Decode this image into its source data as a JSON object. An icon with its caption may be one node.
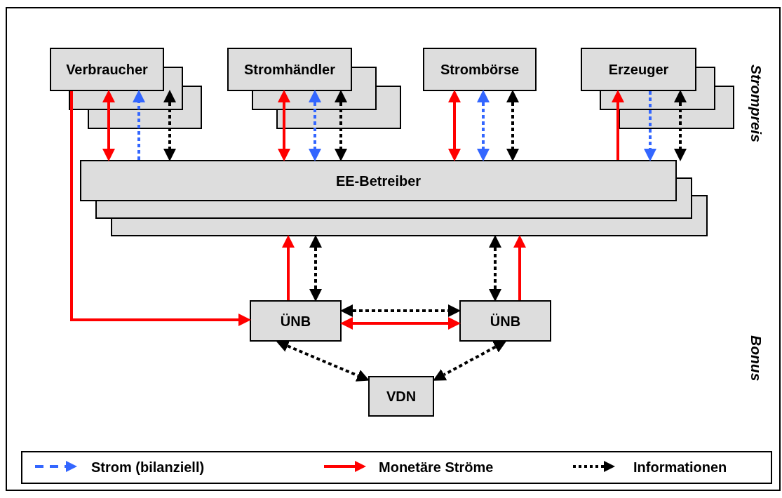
{
  "diagram": {
    "nodes": [
      {
        "text": [
          "Verbraucher"
        ]
      },
      {
        "text": [
          "Stromhändler"
        ]
      },
      {
        "text": [
          "Strombörse"
        ]
      },
      {
        "text": [
          "Erzeuger"
        ]
      },
      {
        "text": [
          "EE-Betreiber"
        ]
      },
      {
        "text": [
          "ÜNB"
        ]
      },
      {
        "text": [
          "ÜNB"
        ]
      },
      {
        "text": [
          "VDN"
        ]
      }
    ],
    "edges": [
      {
        "from": 0,
        "to": 4,
        "arrow": "both",
        "color": "#ff0000"
      },
      {
        "from": 4,
        "to": 0,
        "arrow": "to",
        "style": "dashed",
        "color": "#3366ff"
      },
      {
        "from": 0,
        "to": 4,
        "arrow": "both",
        "style": "dashed"
      },
      {
        "from": 1,
        "to": 4,
        "arrow": "both",
        "color": "#ff0000"
      },
      {
        "from": 1,
        "to": 4,
        "arrow": "both",
        "style": "dashed",
        "color": "#3366ff"
      },
      {
        "from": 1,
        "to": 4,
        "arrow": "both",
        "style": "dashed"
      },
      {
        "from": 2,
        "to": 4,
        "arrow": "both",
        "color": "#ff0000"
      },
      {
        "from": 2,
        "to": 4,
        "arrow": "both",
        "style": "dashed",
        "color": "#3366ff"
      },
      {
        "from": 2,
        "to": 4,
        "arrow": "both",
        "style": "dashed"
      },
      {
        "from": 4,
        "to": 3,
        "arrow": "to",
        "color": "#ff0000"
      },
      {
        "from": 3,
        "to": 4,
        "arrow": "to",
        "style": "dashed",
        "color": "#3366ff"
      },
      {
        "from": 3,
        "to": 4,
        "arrow": "both",
        "style": "dashed"
      },
      {
        "from": 5,
        "to": 4,
        "arrow": "to",
        "color": "#ff0000"
      },
      {
        "from": 5,
        "to": 4,
        "arrow": "both",
        "style": "dashed"
      },
      {
        "from": 6,
        "to": 4,
        "arrow": "both",
        "style": "dashed"
      },
      {
        "from": 6,
        "to": 4,
        "arrow": "to",
        "color": "#ff0000"
      },
      {
        "from": 5,
        "to": 6,
        "arrow": "both",
        "style": "dashed"
      },
      {
        "from": 5,
        "to": 6,
        "arrow": "both",
        "color": "#ff0000"
      },
      {
        "from": 0,
        "to": 5,
        "arrow": "to",
        "color": "#ff0000"
      },
      {
        "from": 5,
        "to": 7,
        "arrow": "both",
        "style": "dashed"
      },
      {
        "from": 6,
        "to": 7,
        "arrow": "both",
        "style": "dashed"
      }
    ],
    "labels": [
      "Strompreis",
      "Bonus"
    ],
    "legend": [
      {
        "text": "Strom (bilanziell)"
      },
      {
        "text": "Monetäre Ströme"
      },
      {
        "text": "Informationen"
      }
    ]
  }
}
